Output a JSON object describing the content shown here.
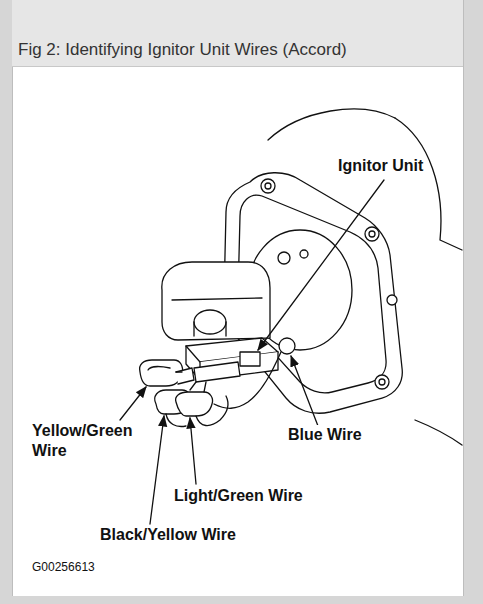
{
  "diagram": {
    "title": "Fig 2: Identifying Ignitor Unit Wires (Accord)",
    "labels": [
      "Ignitor Unit",
      "Yellow/Green Wire",
      "Blue Wire",
      "Light/Green Wire",
      "Black/Yellow Wire",
      "G00256613"
    ]
  }
}
